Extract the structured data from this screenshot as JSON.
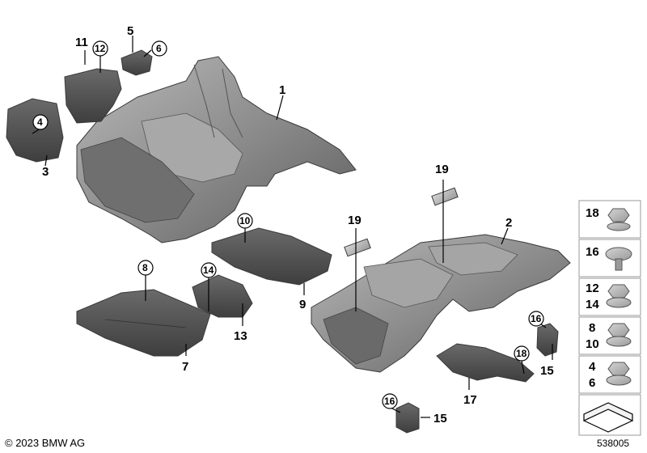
{
  "callouts": {
    "c1": "1",
    "c2": "2",
    "c3": "3",
    "c4": "4",
    "c5": "5",
    "c6": "6",
    "c7": "7",
    "c8": "8",
    "c9": "9",
    "c10": "10",
    "c11": "11",
    "c12": "12",
    "c13": "13",
    "c14": "14",
    "c15a": "15",
    "c15b": "15",
    "c16a": "16",
    "c16b": "16",
    "c17": "17",
    "c18": "18",
    "c19a": "19",
    "c19b": "19"
  },
  "legend": {
    "r1": [
      "18"
    ],
    "r2": [
      "16"
    ],
    "r3": [
      "12",
      "14"
    ],
    "r4": [
      "8",
      "10"
    ],
    "r5": [
      "4",
      "6"
    ]
  },
  "footer": {
    "copyright": "© 2023 BMW AG",
    "diagram_number": "538005"
  }
}
